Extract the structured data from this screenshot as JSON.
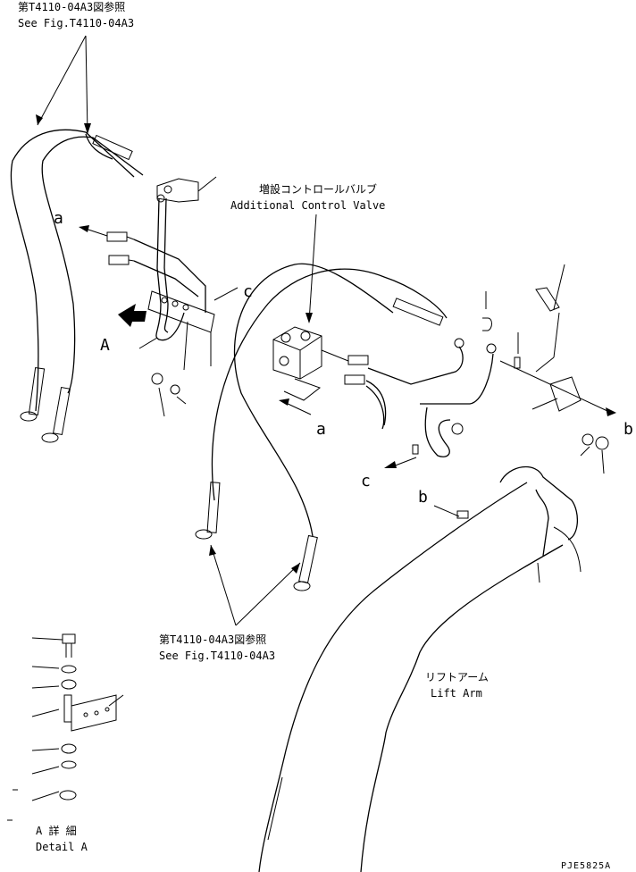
{
  "refs": {
    "top_jp": "第T4110-04A3図参照",
    "top_en": "See Fig.T4110-04A3",
    "mid_jp": "第T4110-04A3図参照",
    "mid_en": "See Fig.T4110-04A3"
  },
  "valve": {
    "jp": "増設コントロールバルブ",
    "en": "Additional Control Valve"
  },
  "lift_arm": {
    "jp": "リフトアーム",
    "en": "Lift Arm"
  },
  "detail": {
    "jp": "A 詳 細",
    "en": "Detail A"
  },
  "callouts": {
    "A": "A",
    "a_left": "a",
    "a_mid": "a",
    "b_right": "b",
    "b_mid": "b",
    "c_left": "c",
    "c_mid": "c"
  },
  "drawing_code": "PJE5825A"
}
